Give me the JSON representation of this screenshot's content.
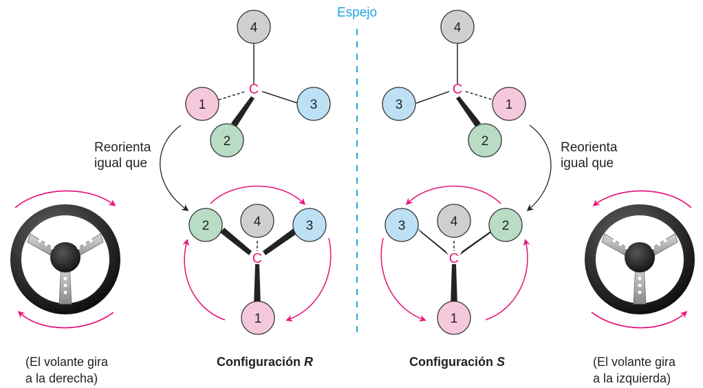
{
  "mirror": {
    "label": "Espejo"
  },
  "center_atom": "C",
  "reorient": {
    "left": [
      "Reorienta",
      "igual que"
    ],
    "right": [
      "Reorienta",
      "igual que"
    ]
  },
  "configs": {
    "R": {
      "prefix": "Configuración ",
      "letter": "R"
    },
    "S": {
      "prefix": "Configuración ",
      "letter": "S"
    }
  },
  "wheel_captions": {
    "left": [
      "(El volante gira",
      "a la derecha)"
    ],
    "right": [
      "(El volante gira",
      "a la izquierda)"
    ]
  },
  "substituents": [
    "1",
    "2",
    "3",
    "4"
  ],
  "colors": {
    "priority_1": "#f6c8dc",
    "priority_2": "#b8dcc4",
    "priority_3": "#bde0f5",
    "priority_4": "#cfcfcf",
    "arrow": "#e5197d",
    "center_atom": "#e5197d",
    "mirror": "#1ba6dd"
  },
  "icons": [
    "steering-wheel-clockwise-icon",
    "steering-wheel-counterclockwise-icon"
  ]
}
